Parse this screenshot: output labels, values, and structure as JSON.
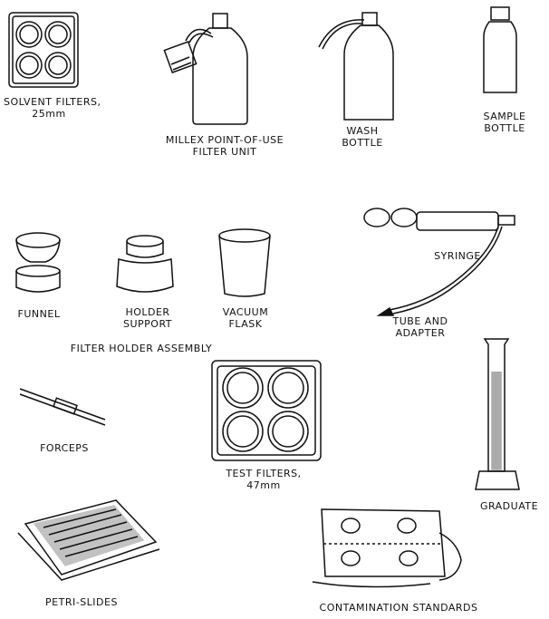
{
  "labels": {
    "solvent_filters": [
      "SOLVENT FILTERS,",
      "25mm"
    ],
    "millex": [
      "MILLEX POINT-OF-USE",
      "FILTER UNIT"
    ],
    "wash_bottle": [
      "WASH",
      "BOTTLE"
    ],
    "sample_bottle": [
      "SAMPLE",
      "BOTTLE"
    ],
    "syringe": "SYRINGE",
    "funnel": "FUNNEL",
    "holder_support": [
      "HOLDER",
      "SUPPORT"
    ],
    "vacuum_flask": [
      "VACUUM",
      "FLASK"
    ],
    "tube_adapter": [
      "TUBE AND",
      "ADAPTER"
    ],
    "filter_holder_assembly": "FILTER HOLDER ASSEMBLY",
    "forceps": "FORCEPS",
    "test_filters": [
      "TEST FILTERS,",
      "47mm"
    ],
    "graduate": "GRADUATE",
    "petri_slides": "PETRI-SLIDES",
    "contamination_standards": "CONTAMINATION STANDARDS"
  }
}
